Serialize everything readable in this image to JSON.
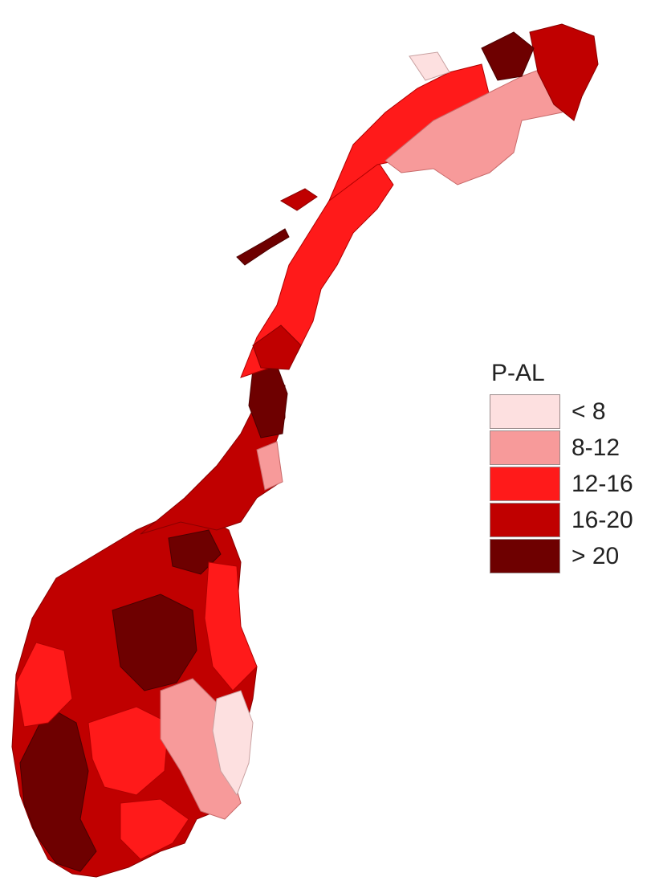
{
  "legend": {
    "title": "P-AL",
    "classes": [
      {
        "label": "< 8",
        "color": "#fde0e0"
      },
      {
        "label": "8-12",
        "color": "#f79a9a"
      },
      {
        "label": "12-16",
        "color": "#ff1a1a"
      },
      {
        "label": "16-20",
        "color": "#c00000"
      },
      {
        "label": "> 20",
        "color": "#6e0000"
      }
    ]
  }
}
